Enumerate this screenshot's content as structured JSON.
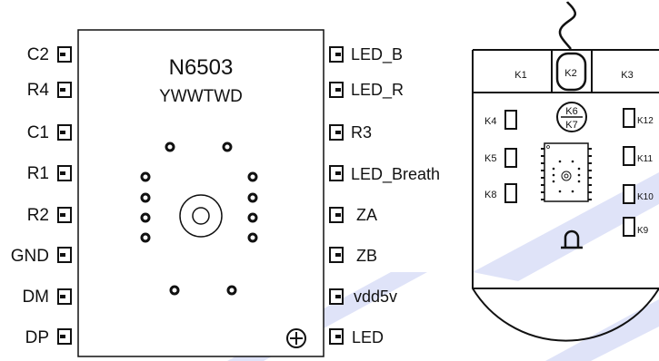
{
  "chip": {
    "name": "N6503",
    "date_code": "YWWTWD",
    "left_pins": [
      "C2",
      "R4",
      "C1",
      "R1",
      "R2",
      "GND",
      "DM",
      "DP"
    ],
    "right_pins": [
      "LED_B",
      "LED_R",
      "R3",
      "LED_Breath",
      "ZA",
      "ZB",
      "vdd5v",
      "LED"
    ]
  },
  "mouse": {
    "top_keys": [
      "K1",
      "K2",
      "K3"
    ],
    "left_keys": [
      "K4",
      "K5",
      "K8"
    ],
    "right_keys": [
      "K12",
      "K11",
      "K10",
      "K9"
    ],
    "wheel_keys": [
      "K6",
      "K7"
    ]
  },
  "colors": {
    "stroke": "#111111",
    "watermark": "#d7dcf6"
  },
  "icons": {
    "pin1_marker": "plus-circle-icon",
    "led": "led-dome-icon",
    "cable": "usb-cable-icon"
  }
}
